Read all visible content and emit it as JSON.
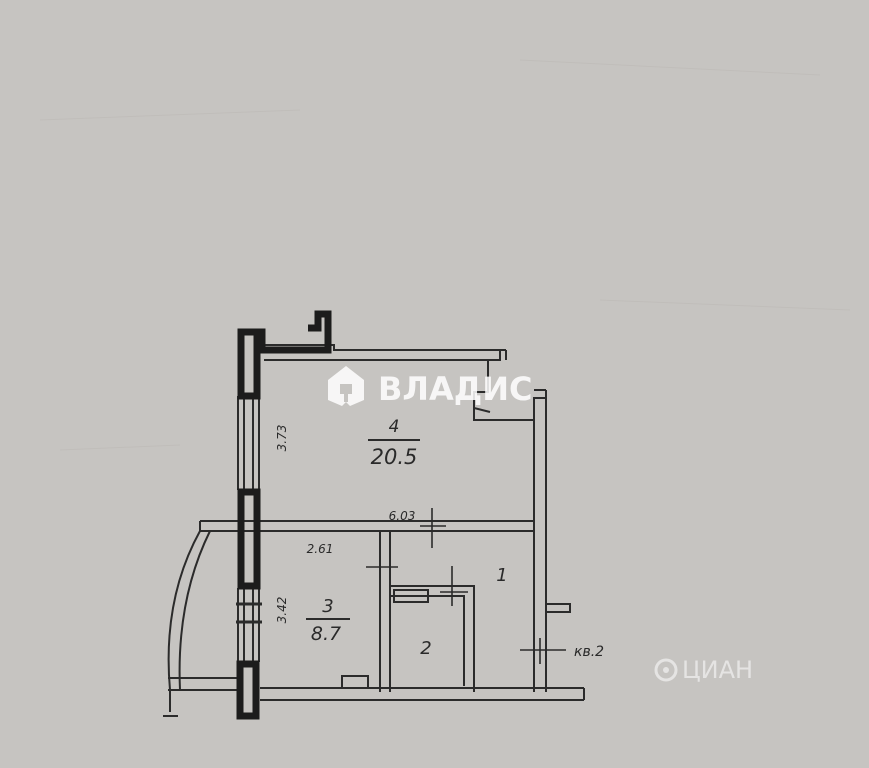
{
  "plan": {
    "rooms": [
      {
        "number": "4",
        "area": "20.5"
      },
      {
        "number": "3",
        "area": "8.7"
      },
      {
        "number": "1"
      },
      {
        "number": "2"
      }
    ],
    "dimensions": {
      "height_room4": "3.73",
      "width_top": "6.03",
      "width_room3": "2.61",
      "height_room3": "3.42"
    },
    "unit_label": "кв.2"
  },
  "watermarks": {
    "primary": {
      "text": "ВЛАДИС",
      "icon": "house-pin-icon"
    },
    "secondary": {
      "text": "ЦИАН",
      "icon": "cian-logo-icon"
    }
  }
}
